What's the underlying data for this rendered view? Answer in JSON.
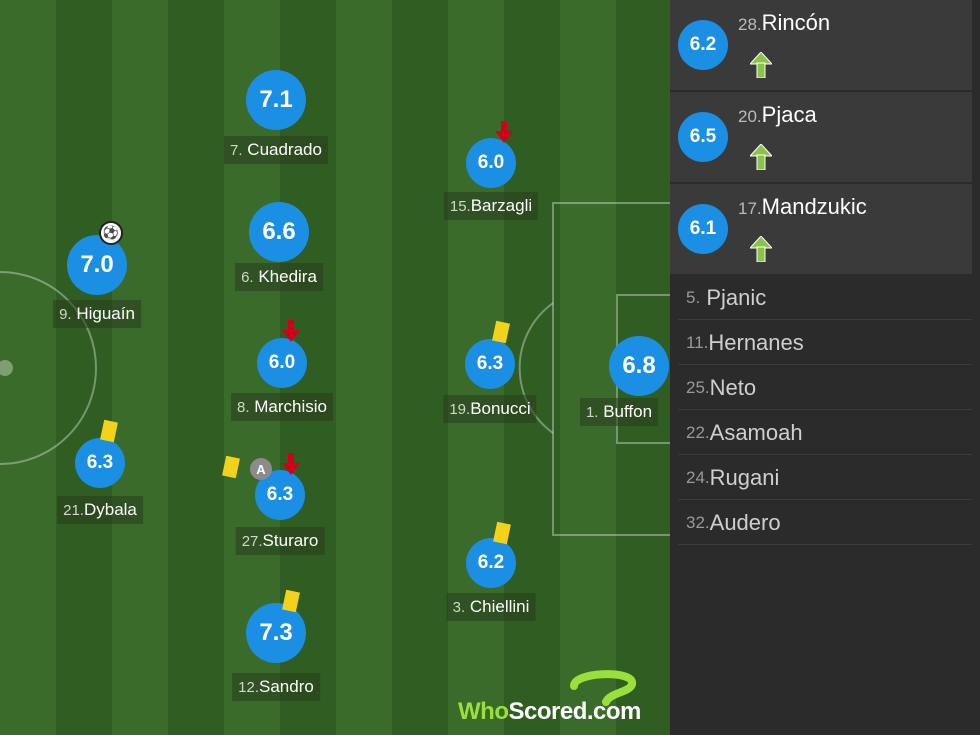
{
  "players": [
    {
      "number": "7.",
      "name": "Cuadrado",
      "rating": "7.1"
    },
    {
      "number": "6.",
      "name": "Khedira",
      "rating": "6.6"
    },
    {
      "number": "9.",
      "name": "Higuaín",
      "rating": "7.0"
    },
    {
      "number": "8.",
      "name": "Marchisio",
      "rating": "6.0"
    },
    {
      "number": "21.",
      "name": "Dybala",
      "rating": "6.3"
    },
    {
      "number": "27.",
      "name": "Sturaro",
      "rating": "6.3"
    },
    {
      "number": "12.",
      "name": "Sandro",
      "rating": "7.3"
    },
    {
      "number": "15.",
      "name": "Barzagli",
      "rating": "6.0"
    },
    {
      "number": "19.",
      "name": "Bonucci",
      "rating": "6.3"
    },
    {
      "number": "3.",
      "name": "Chiellini",
      "rating": "6.2"
    },
    {
      "number": "1.",
      "name": "Buffon",
      "rating": "6.8"
    }
  ],
  "captain_badge": "A",
  "substitutes_in": [
    {
      "number": "28.",
      "name": "Rincón",
      "rating": "6.2"
    },
    {
      "number": "20.",
      "name": "Pjaca",
      "rating": "6.5"
    },
    {
      "number": "17.",
      "name": "Mandzukic",
      "rating": "6.1"
    }
  ],
  "bench": [
    {
      "number": "5.",
      "name": "Pjanic"
    },
    {
      "number": "11.",
      "name": "Hernanes"
    },
    {
      "number": "25.",
      "name": "Neto"
    },
    {
      "number": "22.",
      "name": "Asamoah"
    },
    {
      "number": "24.",
      "name": "Rugani"
    },
    {
      "number": "32.",
      "name": "Audero"
    }
  ],
  "logo": {
    "part1": "Who",
    "part2": "Scored",
    "part3": ".com"
  },
  "colors": {
    "rating_bubble": "#1a8fe3",
    "yellow_card": "#f2d21b",
    "sub_off": "#d0021b",
    "sub_on": "#8bc34a"
  }
}
